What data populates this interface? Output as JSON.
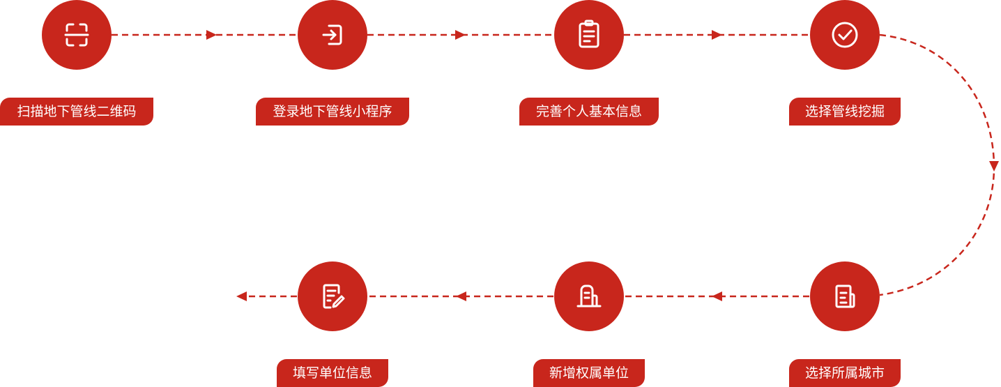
{
  "colors": {
    "accent": "#c8261c",
    "icon_stroke": "#ffffff",
    "label_text": "#ffffff"
  },
  "steps": [
    {
      "label": "扫描地下管线二维码",
      "icon": "scan-icon"
    },
    {
      "label": "登录地下管线小程序",
      "icon": "login-icon"
    },
    {
      "label": "完善个人基本信息",
      "icon": "clipboard-icon"
    },
    {
      "label": "选择管线挖掘",
      "icon": "check-circle-icon"
    },
    {
      "label": "选择所属城市",
      "icon": "document-icon"
    },
    {
      "label": "新增权属单位",
      "icon": "building-icon"
    },
    {
      "label": "填写单位信息",
      "icon": "edit-form-icon"
    }
  ]
}
